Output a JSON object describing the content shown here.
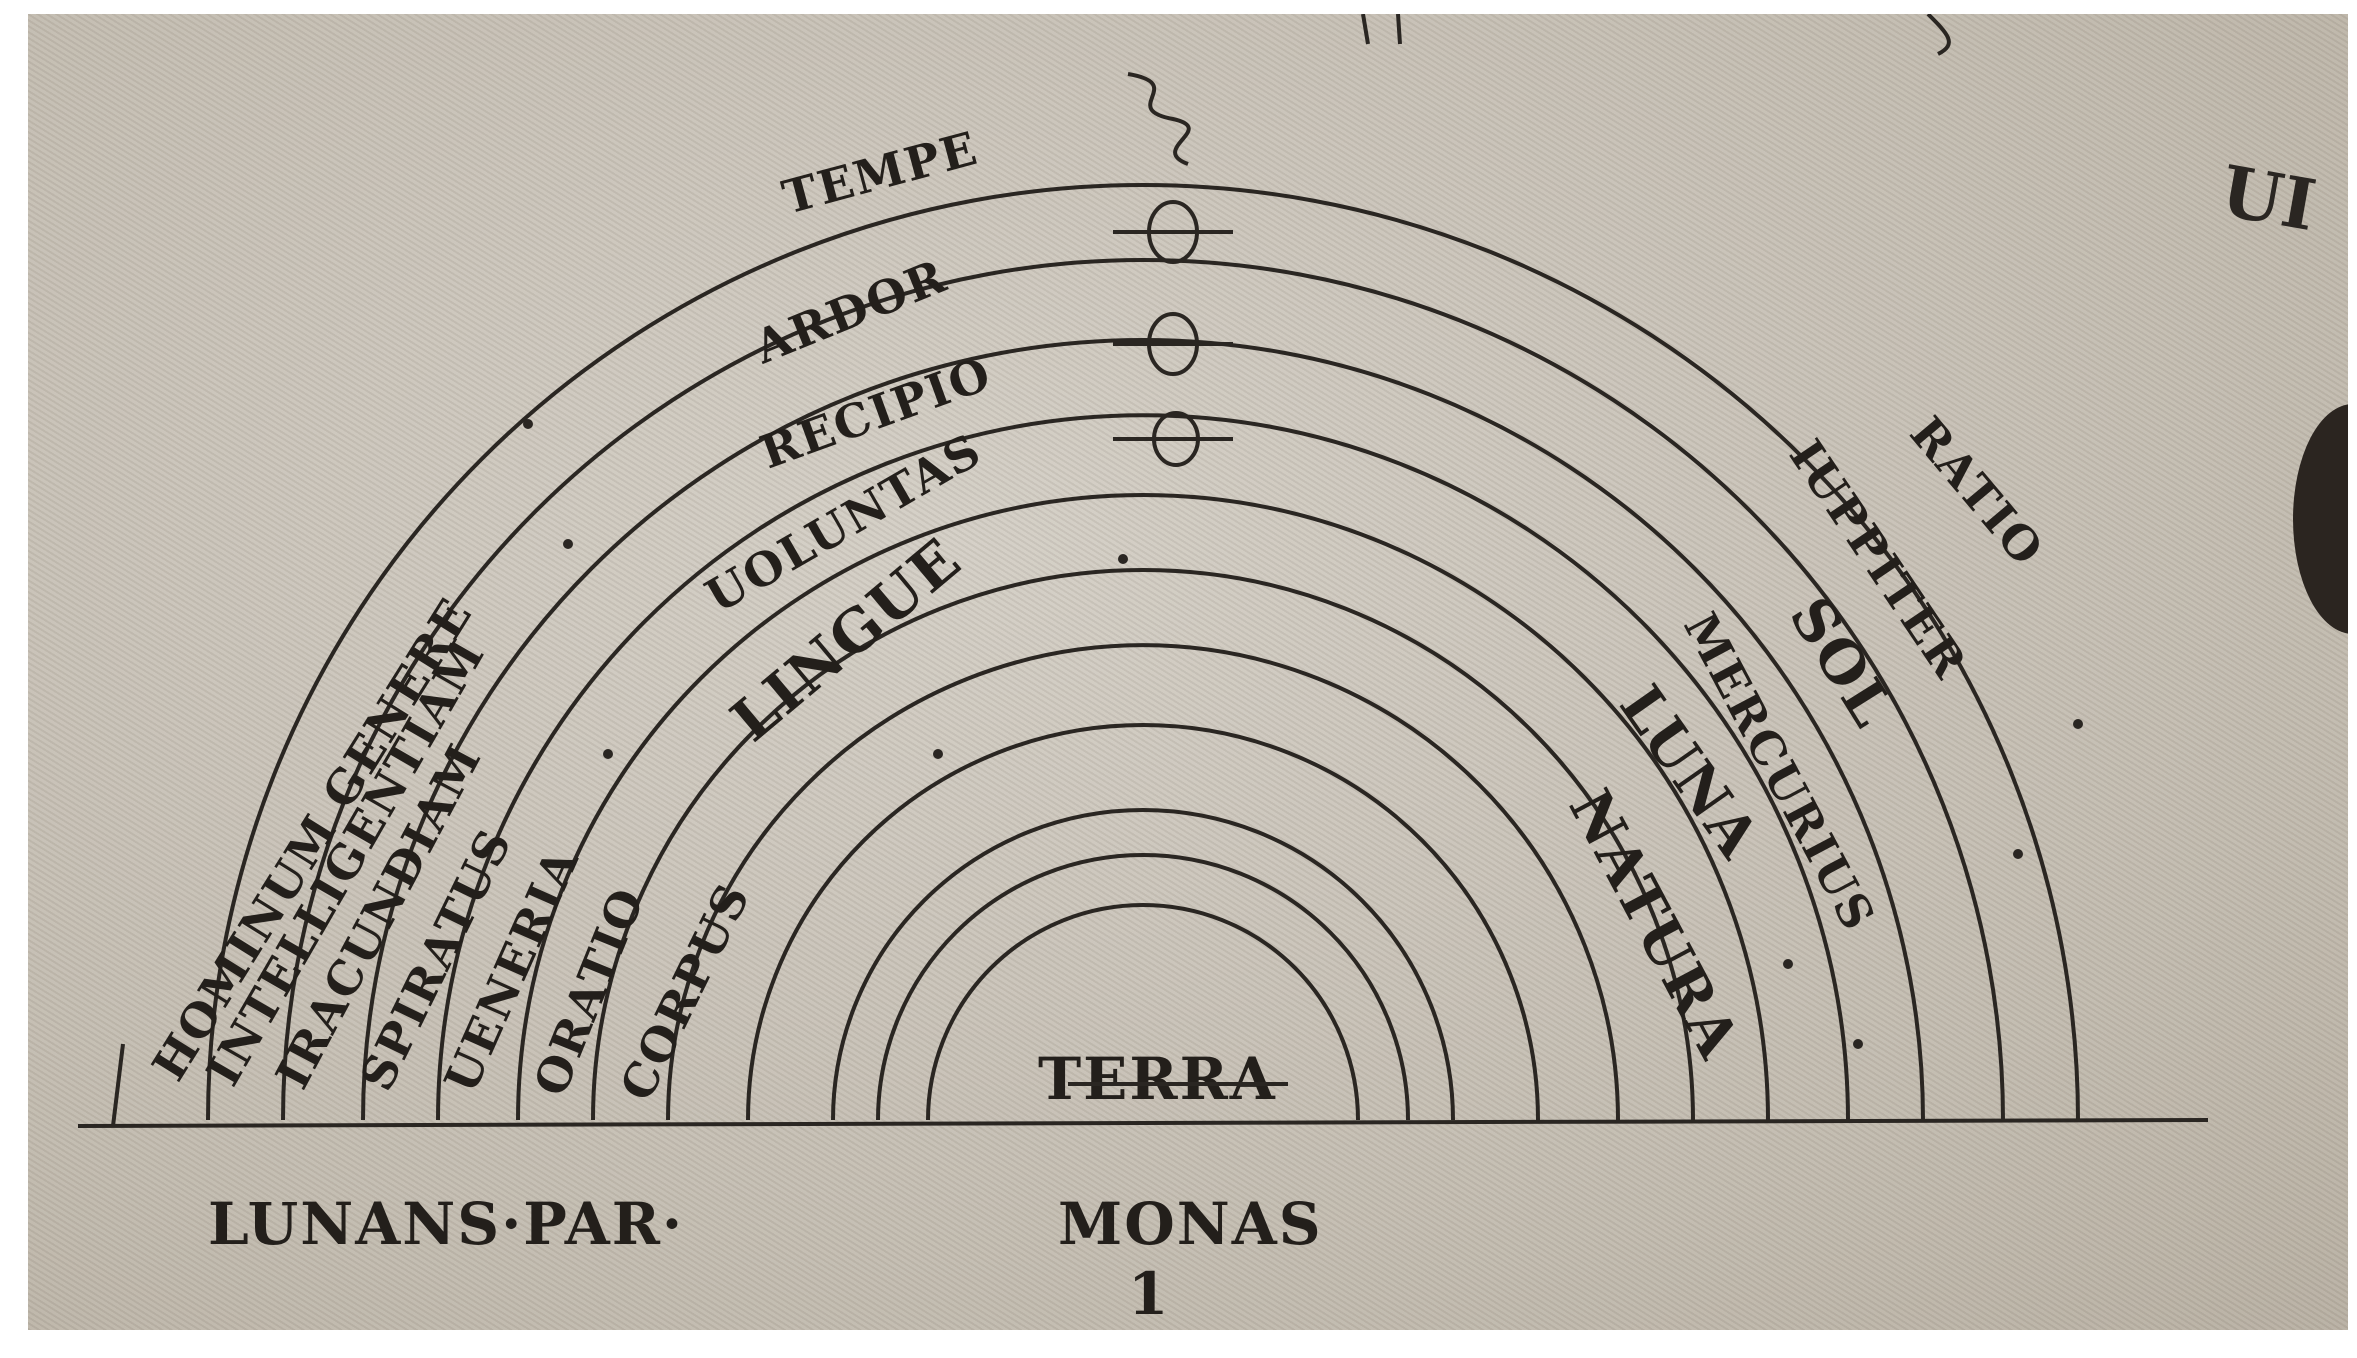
{
  "diagram": {
    "left_labels": [
      "HOMINUM GENERE",
      "INTELLIGENTIAM",
      "IRACUNDIAM",
      "SPIRATUS",
      "UENERIA",
      "ORATIO",
      "CORPUS"
    ],
    "arc_labels": [
      "TEMPE",
      "ARDOR",
      "RECIPIO",
      "UOLUNTAS",
      "LINGUE"
    ],
    "right_labels": [
      "RATIO",
      "IUPPITER",
      "SOL",
      "MERCURIUS",
      "LUNA",
      "NATURA"
    ],
    "center_label": "TERRA",
    "baseline_left": "LUNANS·PAR·",
    "baseline_center": "MONAS",
    "baseline_number": "1",
    "edge_fragment": "UI",
    "ink_color": "#2a2622",
    "paper_color": "#c9c3b8"
  }
}
